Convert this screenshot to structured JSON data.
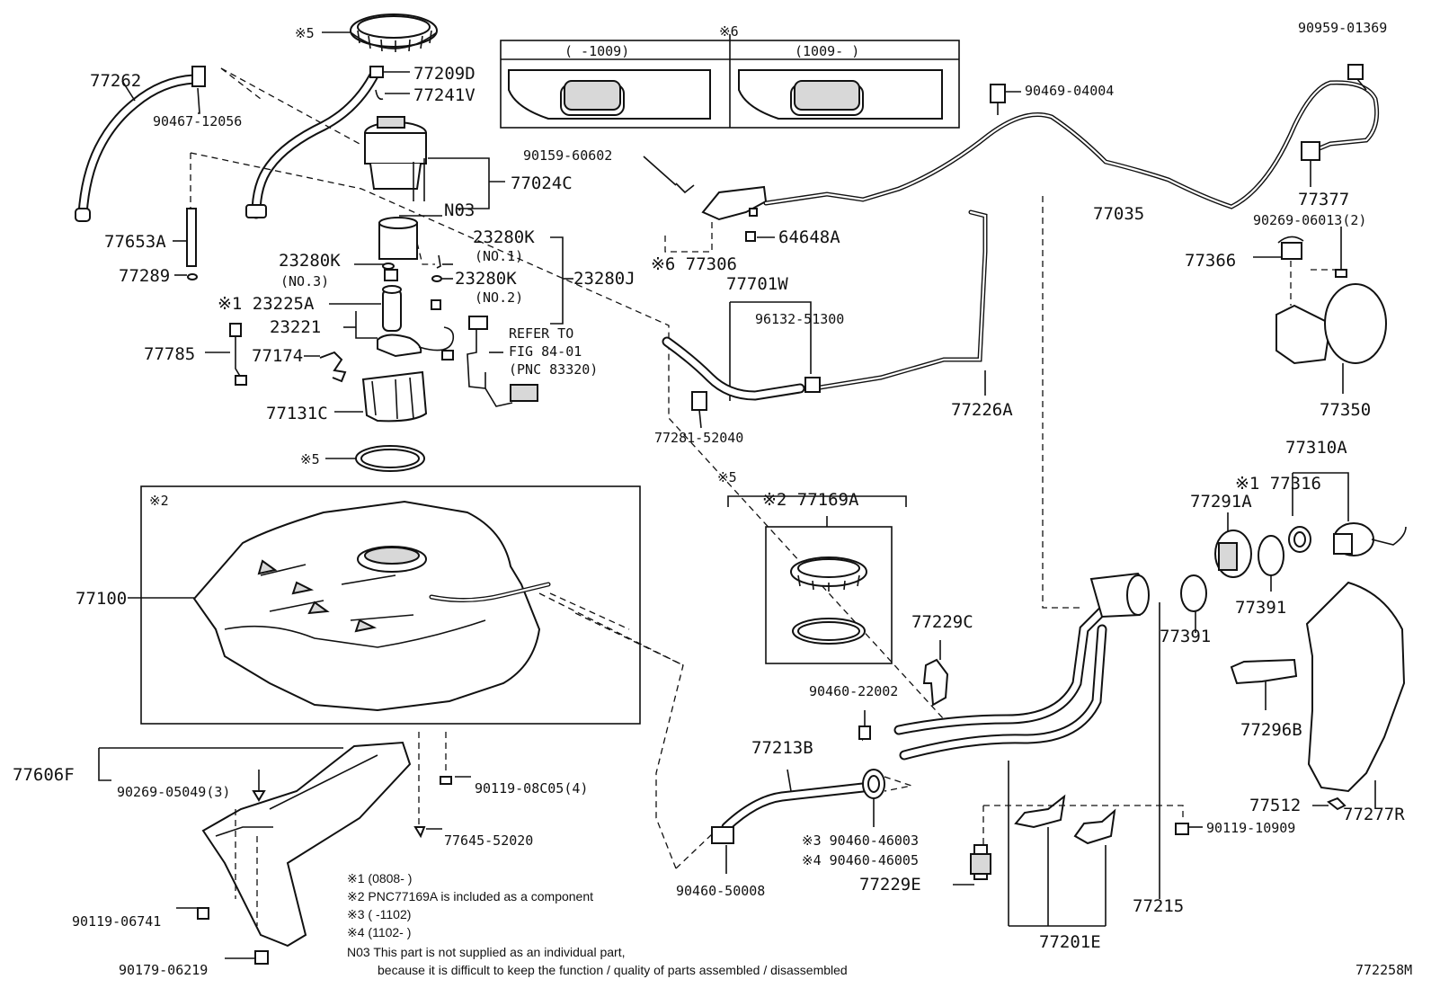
{
  "drawing_id": "772258M",
  "labels": {
    "l77262": "77262",
    "l90467_12056": "90467-12056",
    "l77653A": "77653A",
    "l77289": "77289",
    "l77785": "77785",
    "l77209D": "77209D",
    "l77241V": "77241V",
    "l77024C": "77024C",
    "lN03": "N03",
    "l23280K_a": "23280K",
    "l_no1": "(NO.1)",
    "l23280K_b": "23280K",
    "l_no3": "(NO.3)",
    "l23280K_c": "23280K",
    "l_no2": "(NO.2)",
    "l23280J": "23280J",
    "l23225A": "※1 23225A",
    "l23221": "23221",
    "l77174": "77174",
    "l77131C": "77131C",
    "refer1": "REFER TO",
    "refer2": "FIG 84-01",
    "refer3": "(PNC 83320)",
    "l5_top": "※5",
    "l5_ring": "※5",
    "l77100": "77100",
    "l2_box": "※2",
    "l6_top": "※6",
    "l6_left": "(   -1009)",
    "l6_right": "(1009-    )",
    "l90159": "90159-60602",
    "l77306": "※6 77306",
    "l64648A": "64648A",
    "l77701W": "77701W",
    "l96132": "96132-51300",
    "l77281": "77281-52040",
    "l90469": "90469-04004",
    "l77035": "77035",
    "l77226A": "77226A",
    "l90959": "90959-01369",
    "l77377": "77377",
    "l90269_06013": "90269-06013(2)",
    "l77366": "77366",
    "l77350": "77350",
    "l5_kit": "※5",
    "l77169A": "※2 77169A",
    "l77310A": "77310A",
    "l77316": "※1 77316",
    "l77291A": "77291A",
    "l77391a": "77391",
    "l77391b": "77391",
    "l77229C": "77229C",
    "l90460_22002": "90460-22002",
    "l77213B": "77213B",
    "l90460_46003": "※3 90460-46003",
    "l90460_46005": "※4 90460-46005",
    "l90460_50008": "90460-50008",
    "l77229E": "77229E",
    "l77215": "77215",
    "l77201E": "77201E",
    "l90119_10909": "90119-10909",
    "l77296B": "77296B",
    "l77512": "77512",
    "l77277R": "77277R",
    "l77606F": "77606F",
    "l90269_05049": "90269-05049(3)",
    "l90119_08C05": "90119-08C05(4)",
    "l77645": "77645-52020",
    "l90119_06741": "90119-06741",
    "l90179": "90179-06219"
  },
  "notes": [
    "※1 (0808-      )",
    "※2 PNC77169A is included as a component",
    "※3 (      -1102)",
    "※4 (1102-      )",
    "N03 This part is not supplied as an individual part,",
    "because it is difficult to keep the function / quality of parts assembled / disassembled"
  ]
}
